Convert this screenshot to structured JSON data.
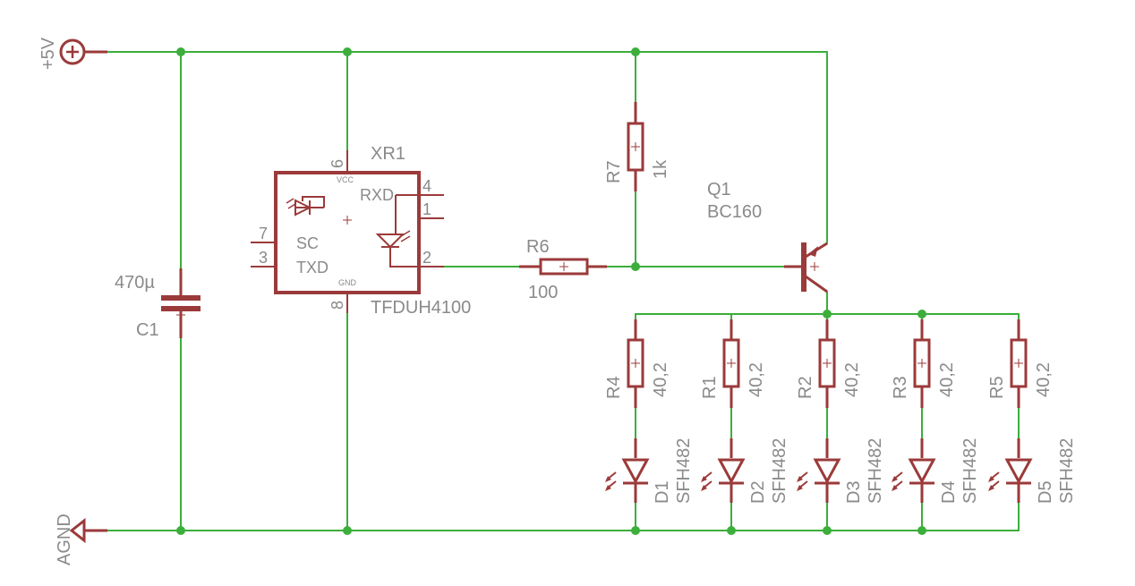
{
  "power": {
    "supply": "+5V",
    "ground": "AGND"
  },
  "capacitor": {
    "name": "C1",
    "value": "470µ"
  },
  "ic": {
    "name": "XR1",
    "part": "TFDUH4100",
    "pin_labels": {
      "vcc": "VCC",
      "gnd": "GND",
      "rxd": "RXD",
      "sc": "SC",
      "txd": "TXD"
    },
    "pins": {
      "p6": "6",
      "p4": "4",
      "p1": "1",
      "p7": "7",
      "p3": "3",
      "p2": "2",
      "p8": "8"
    }
  },
  "r6": {
    "name": "R6",
    "value": "100"
  },
  "r7": {
    "name": "R7",
    "value": "1k"
  },
  "transistor": {
    "name": "Q1",
    "part": "BC160"
  },
  "led_branches": [
    {
      "resistor": "R4",
      "value": "40,2",
      "diode": "D1",
      "part": "SFH482"
    },
    {
      "resistor": "R1",
      "value": "40,2",
      "diode": "D2",
      "part": "SFH482"
    },
    {
      "resistor": "R2",
      "value": "40,2",
      "diode": "D3",
      "part": "SFH482"
    },
    {
      "resistor": "R3",
      "value": "40,2",
      "diode": "D4",
      "part": "SFH482"
    },
    {
      "resistor": "R5",
      "value": "40,2",
      "diode": "D5",
      "part": "SFH482"
    }
  ],
  "colors": {
    "wire": "#3cae3c",
    "symbol": "#9b3a3a",
    "text": "#8a8a8a"
  }
}
